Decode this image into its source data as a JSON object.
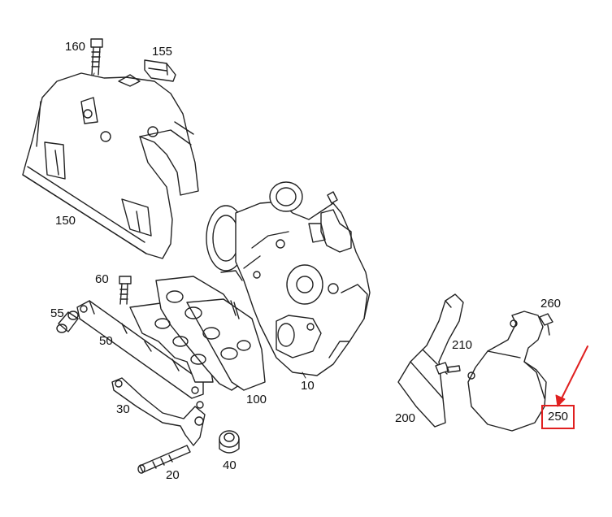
{
  "diagram": {
    "labels": {
      "p160": "160",
      "p155": "155",
      "p150": "150",
      "p60": "60",
      "p55": "55",
      "p50": "50",
      "p30": "30",
      "p20": "20",
      "p40": "40",
      "p100": "100",
      "p10": "10",
      "p260": "260",
      "p210": "210",
      "p200": "200",
      "p250": "250"
    },
    "highlight": {
      "part": "250",
      "color": "#e02020"
    },
    "line_color": "#222222"
  }
}
